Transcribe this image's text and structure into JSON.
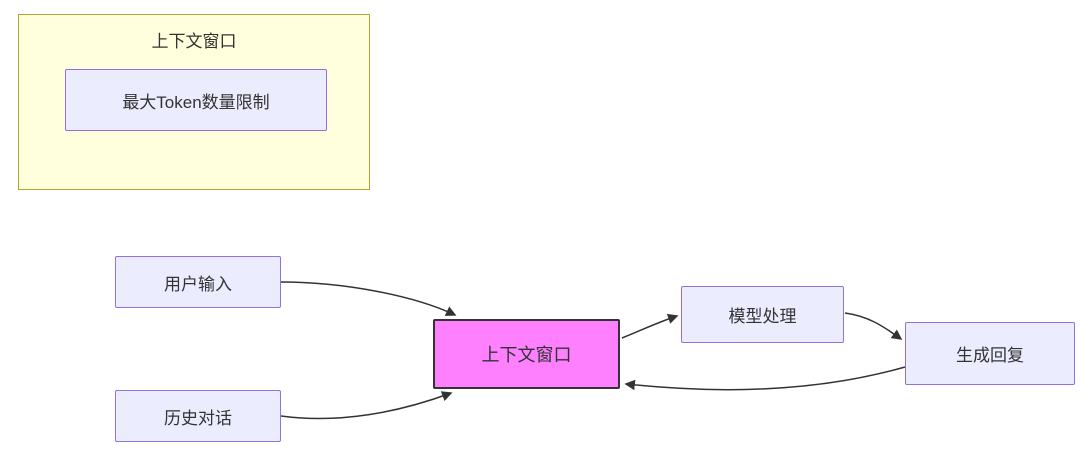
{
  "diagram": {
    "type": "flowchart"
  },
  "subgraph": {
    "title": "上下文窗口",
    "inner_node": "最大Token数量限制"
  },
  "flowchart": {
    "nodes": {
      "user_input": "用户输入",
      "history_dialog": "历史对话",
      "context_window": "上下文窗口",
      "model_processing": "模型处理",
      "generate_reply": "生成回复"
    },
    "edges": [
      {
        "from": "用户输入",
        "to": "上下文窗口"
      },
      {
        "from": "历史对话",
        "to": "上下文窗口"
      },
      {
        "from": "上下文窗口",
        "to": "模型处理"
      },
      {
        "from": "模型处理",
        "to": "生成回复"
      },
      {
        "from": "生成回复",
        "to": "上下文窗口"
      }
    ]
  },
  "colors": {
    "node_fill": "#ECECFF",
    "node_border": "#9370DB",
    "subgraph_fill": "#FFFFDE",
    "subgraph_border": "#AAAA33",
    "highlight_fill": "#FF80FF",
    "highlight_border": "#333333",
    "arrow": "#333333"
  }
}
